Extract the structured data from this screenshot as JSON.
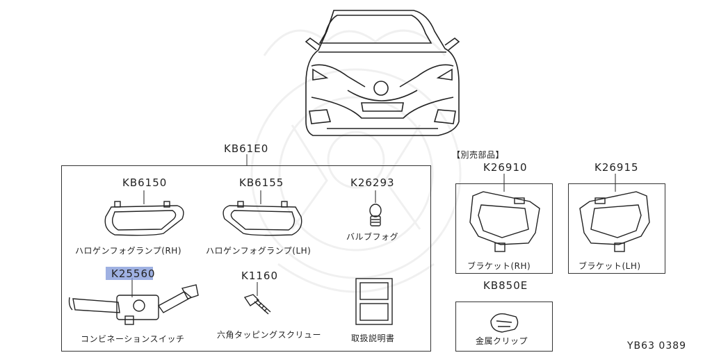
{
  "assembly": {
    "code": "KB61E0"
  },
  "sold_separately": "【別売部品】",
  "parts": [
    {
      "id": "kb6150",
      "code": "KB6150",
      "name": "ハロゲンフォグランプ(RH)"
    },
    {
      "id": "kb6155",
      "code": "KB6155",
      "name": "ハロゲンフォグランプ(LH)"
    },
    {
      "id": "k26293",
      "code": "K26293",
      "name": "バルブフォグ"
    },
    {
      "id": "k25560",
      "code": "K25560",
      "name": "コンビネーションスイッチ"
    },
    {
      "id": "k1160",
      "code": "K1160",
      "name": "六角タッピングスクリュー"
    },
    {
      "id": "manual",
      "code": "",
      "name": "取扱説明書"
    },
    {
      "id": "k26910",
      "code": "K26910",
      "name": "ブラケット(RH)"
    },
    {
      "id": "k26915",
      "code": "K26915",
      "name": "ブラケット(LH)"
    },
    {
      "id": "kb850e",
      "code": "KB850E",
      "name": "金属クリップ"
    }
  ],
  "figure_id": "YB63 0389",
  "highlight_color": "#7f97d8"
}
